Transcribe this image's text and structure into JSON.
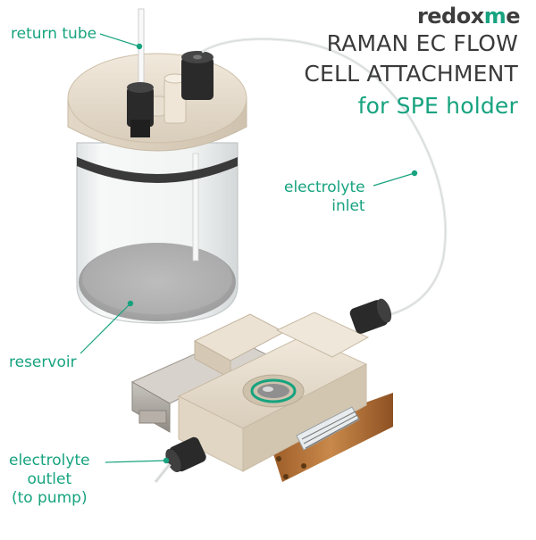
{
  "brand": {
    "prefix": "redox",
    "accent": "m",
    "suffix": "e"
  },
  "title": {
    "line1": "RAMAN EC FLOW",
    "line2": "CELL ATTACHMENT",
    "line3": "for SPE holder"
  },
  "labels": {
    "return_tube": "return tube",
    "electrolyte_inlet_1": "electrolyte",
    "electrolyte_inlet_2": "inlet",
    "reservoir": "reservoir",
    "outlet_1": "electrolyte",
    "outlet_2": "outlet",
    "outlet_3": "(to pump)"
  },
  "colors": {
    "accent": "#17a37f",
    "text": "#3a3a3a",
    "body_beige": "#ede4d6",
    "knob": "#2b2b2b",
    "copper": "#b8733a"
  }
}
